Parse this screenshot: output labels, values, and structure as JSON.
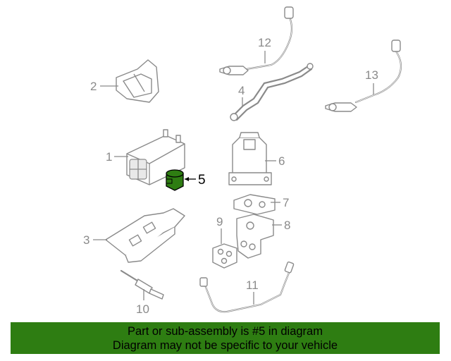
{
  "diagram": {
    "callouts": [
      "1",
      "2",
      "3",
      "4",
      "5",
      "6",
      "7",
      "8",
      "9",
      "10",
      "11",
      "12",
      "13"
    ],
    "highlighted_part": "5",
    "colors": {
      "highlight": "#2e7d12",
      "banner": "#2e7d12",
      "linework": "#8a8a8a"
    }
  },
  "banner": {
    "line1": "Part or sub-assembly is #5 in diagram",
    "line2": "Diagram may not be specific to your vehicle"
  }
}
